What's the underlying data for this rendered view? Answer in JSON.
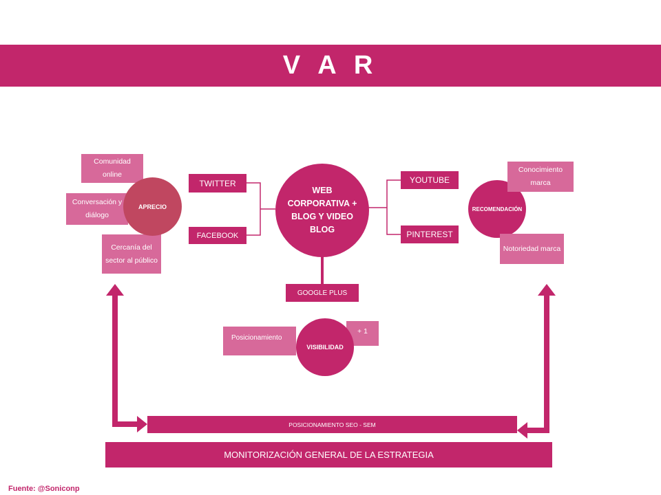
{
  "title": "V A R",
  "center": "WEB CORPORATIVA + BLOG Y VIDEO BLOG",
  "left_channels": [
    "TWITTER",
    "FACEBOOK"
  ],
  "right_channels": [
    "YOUTUBE",
    "PINTEREST"
  ],
  "bottom_channel": "GOOGLE PLUS",
  "aprecio": {
    "label": "APRECIO",
    "items": [
      "Comunidad online",
      "Conversación y diálogo",
      "Cercanía del sector al público"
    ]
  },
  "recomendacion": {
    "label": "RECOMENDACIÓN",
    "items": [
      "Conocimiento marca",
      "Notoriedad marca"
    ]
  },
  "visibilidad": {
    "label": "VISIBILIDAD",
    "items": [
      "Posicionamiento",
      "+ 1"
    ]
  },
  "seo_bar": "POSICIONAMIENTO SEO - SEM",
  "monitor_bar": "MONITORIZACIÓN GENERAL DE LA ESTRATEGIA",
  "source": "Fuente: @Soniconp",
  "colors": {
    "magenta": "#c2266b",
    "light_pink": "#d7699a",
    "aprecio_circle": "#c04760",
    "white": "#ffffff"
  }
}
